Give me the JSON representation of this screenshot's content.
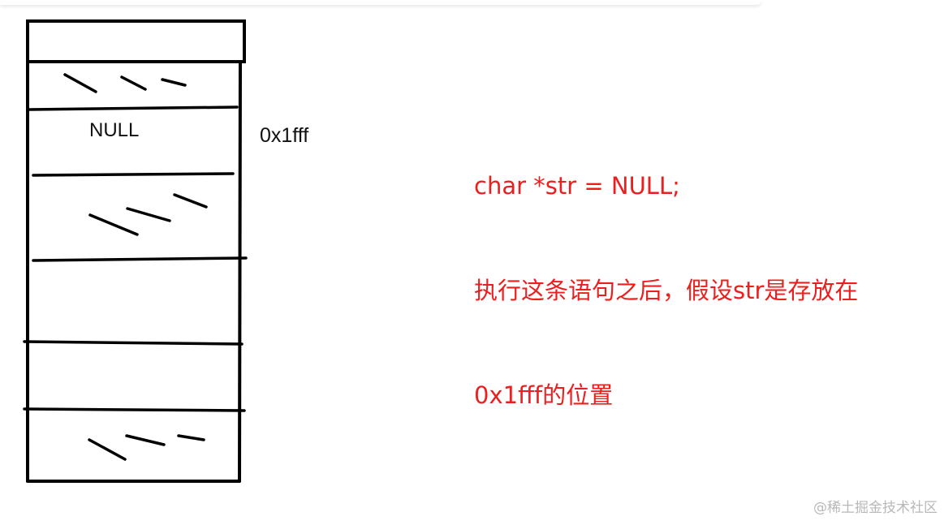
{
  "diagram": {
    "cell_value": "NULL",
    "address": "0x1fff",
    "hatched_cells": 3,
    "empty_cells": 2
  },
  "annotation": {
    "color": "#ec1f1f",
    "lines": [
      "char *str = NULL;",
      "执行这条语句之后，假设str是存放在",
      "0x1fff的位置"
    ]
  },
  "watermark": "@稀土掘金技术社区"
}
